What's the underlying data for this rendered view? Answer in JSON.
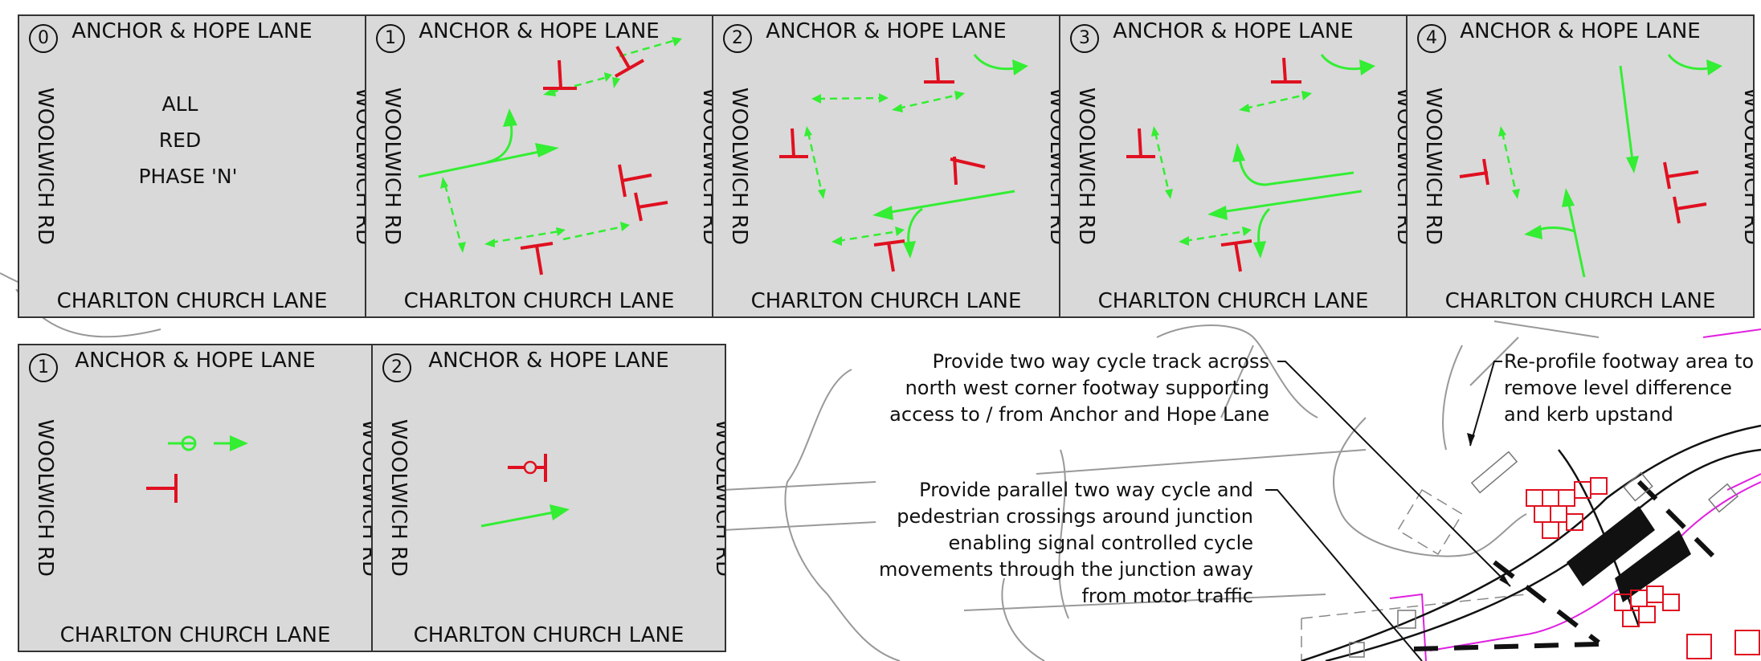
{
  "colors": {
    "go": "#33ee33",
    "stop": "#e01020",
    "panel_bg": "#d9d9d9",
    "magenta": "#e020e0"
  },
  "streets": {
    "north": "ANCHOR & HOPE LANE",
    "south": "CHARLTON CHURCH LANE",
    "west": "WOOLWICH RD",
    "east": "WOOLWICH RD"
  },
  "traffic_stages": [
    {
      "number": "0",
      "center_lines": [
        "ALL",
        "RED",
        "PHASE 'N'"
      ]
    },
    {
      "number": "1"
    },
    {
      "number": "2"
    },
    {
      "number": "3"
    },
    {
      "number": "4"
    }
  ],
  "cycle_stages": [
    {
      "number": "1"
    },
    {
      "number": "2"
    }
  ],
  "notes": {
    "cycle_track": [
      "Provide two way cycle track across",
      "north west corner footway supporting",
      "access to / from Anchor and Hope Lane"
    ],
    "reprofile": [
      "Re-profile footway area to",
      "remove level difference",
      "and kerb upstand"
    ],
    "crossings": [
      "Provide parallel two way cycle and",
      "pedestrian crossings around junction",
      "enabling signal controlled cycle",
      "movements through the junction away",
      "from motor traffic"
    ]
  }
}
